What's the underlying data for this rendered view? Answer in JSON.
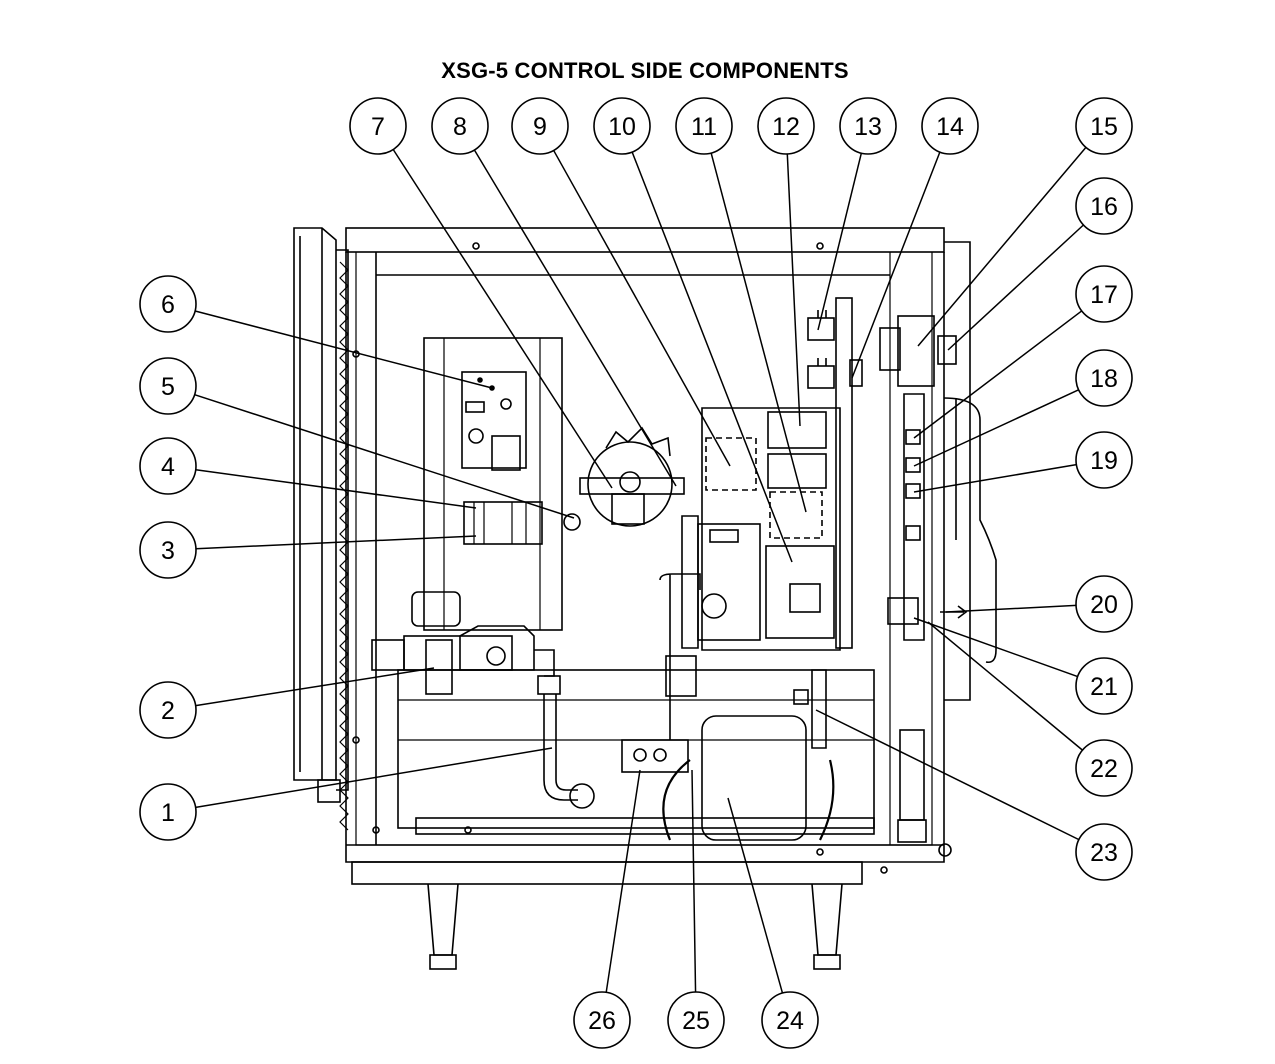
{
  "title": "XSG-5 CONTROL SIDE COMPONENTS",
  "callouts": [
    {
      "label": "1"
    },
    {
      "label": "2"
    },
    {
      "label": "3"
    },
    {
      "label": "4"
    },
    {
      "label": "5"
    },
    {
      "label": "6"
    },
    {
      "label": "7"
    },
    {
      "label": "8"
    },
    {
      "label": "9"
    },
    {
      "label": "10"
    },
    {
      "label": "11"
    },
    {
      "label": "12"
    },
    {
      "label": "13"
    },
    {
      "label": "14"
    },
    {
      "label": "15"
    },
    {
      "label": "16"
    },
    {
      "label": "17"
    },
    {
      "label": "18"
    },
    {
      "label": "19"
    },
    {
      "label": "20"
    },
    {
      "label": "21"
    },
    {
      "label": "22"
    },
    {
      "label": "23"
    },
    {
      "label": "24"
    },
    {
      "label": "25"
    },
    {
      "label": "26"
    }
  ]
}
